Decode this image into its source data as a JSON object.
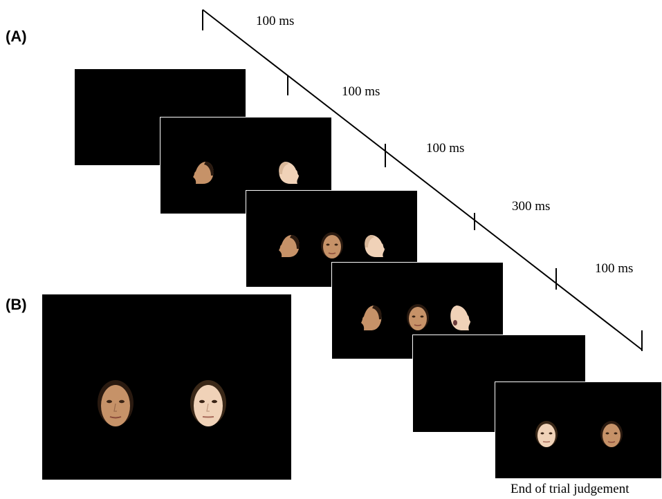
{
  "labels": {
    "panel_a": "(A)",
    "panel_b": "(B)"
  },
  "timeline": {
    "durations": [
      "100 ms",
      "100 ms",
      "100 ms",
      "300 ms",
      "100 ms"
    ]
  },
  "caption": "End of trial judgement",
  "colors": {
    "screen_background": "#000000",
    "skin_light": "#f0d2b8",
    "skin_tan": "#c69268",
    "hair": "#2a1a10"
  }
}
